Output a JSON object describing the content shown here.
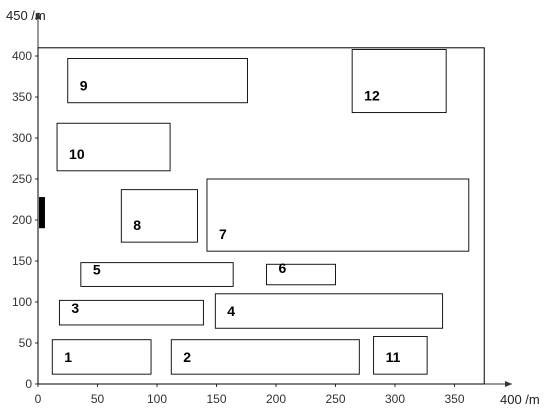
{
  "axes": {
    "y_unit_label": "450 /m",
    "x_unit_label": "400 /m",
    "x_ticks": [
      "0",
      "50",
      "100",
      "150",
      "200",
      "250",
      "300",
      "350"
    ],
    "y_ticks": [
      "0",
      "50",
      "100",
      "150",
      "200",
      "250",
      "300",
      "350",
      "400"
    ],
    "x_range": [
      0,
      400
    ],
    "y_range": [
      0,
      450
    ]
  },
  "site": {
    "x_min": 0,
    "x_max": 375,
    "y_min": 0,
    "y_max": 410
  },
  "entrance": {
    "x_min": 0,
    "x_max": 5,
    "y_min": 190,
    "y_max": 228
  },
  "buildings": [
    {
      "id": "1",
      "label": "1",
      "x_min": 12,
      "x_max": 95,
      "y_min": 12,
      "y_max": 54
    },
    {
      "id": "2",
      "label": "2",
      "x_min": 112,
      "x_max": 270,
      "y_min": 12,
      "y_max": 54
    },
    {
      "id": "3",
      "label": "3",
      "x_min": 18,
      "x_max": 139,
      "y_min": 72,
      "y_max": 102
    },
    {
      "id": "4",
      "label": "4",
      "x_min": 149,
      "x_max": 340,
      "y_min": 68,
      "y_max": 110
    },
    {
      "id": "5",
      "label": "5",
      "x_min": 36,
      "x_max": 164,
      "y_min": 119,
      "y_max": 148
    },
    {
      "id": "6",
      "label": "6",
      "x_min": 192,
      "x_max": 250,
      "y_min": 121,
      "y_max": 146
    },
    {
      "id": "7",
      "label": "7",
      "x_min": 142,
      "x_max": 362,
      "y_min": 162,
      "y_max": 250
    },
    {
      "id": "8",
      "label": "8",
      "x_min": 70,
      "x_max": 134,
      "y_min": 173,
      "y_max": 237
    },
    {
      "id": "9",
      "label": "9",
      "x_min": 25,
      "x_max": 176,
      "y_min": 343,
      "y_max": 397
    },
    {
      "id": "10",
      "label": "10",
      "x_min": 16,
      "x_max": 111,
      "y_min": 260,
      "y_max": 318
    },
    {
      "id": "11",
      "label": "11",
      "x_min": 282,
      "x_max": 327,
      "y_min": 12,
      "y_max": 58
    },
    {
      "id": "12",
      "label": "12",
      "x_min": 264,
      "x_max": 343,
      "y_min": 331,
      "y_max": 408
    }
  ]
}
